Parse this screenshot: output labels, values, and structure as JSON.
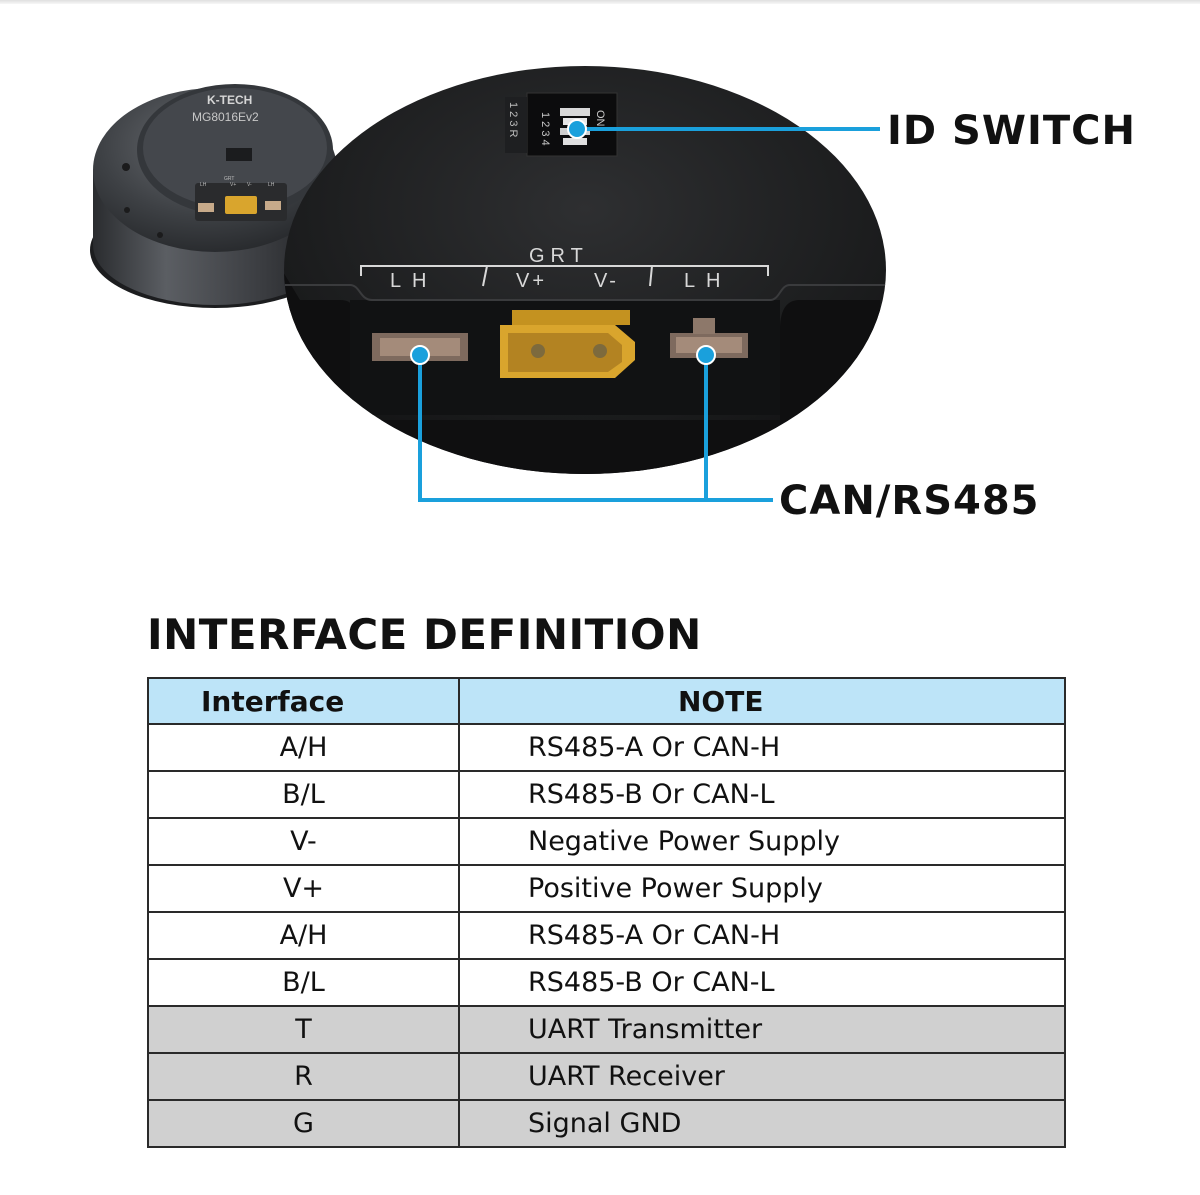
{
  "photo": {
    "motor_brand": "K-TECH",
    "motor_model": "MG8016Ev2",
    "small_labels": [
      "LH",
      "V+",
      "V-",
      "LH"
    ],
    "silk_grt": "GRT",
    "silk_labels": [
      "L H",
      "V+",
      "V-",
      "L H"
    ],
    "dip_numbers": "1 2 3 4",
    "dip_on": "ON",
    "dip_side_mark": "1 2 3 R",
    "accent_color": "#1aa0dc",
    "connector_color": "#d9a52d"
  },
  "callouts": {
    "id_switch": "ID SWITCH",
    "can_rs485": "CAN/RS485"
  },
  "section_title": "INTERFACE DEFINITION",
  "table": {
    "headers": [
      "Interface",
      "NOTE"
    ],
    "rows": [
      {
        "interface": "A/H",
        "note": "RS485-A Or CAN-H"
      },
      {
        "interface": "B/L",
        "note": "RS485-B Or CAN-L"
      },
      {
        "interface": "V-",
        "note": "Negative Power Supply"
      },
      {
        "interface": "V+",
        "note": "Positive Power Supply"
      },
      {
        "interface": "A/H",
        "note": "RS485-A Or CAN-H"
      },
      {
        "interface": "B/L",
        "note": "RS485-B Or CAN-L"
      },
      {
        "interface": "T",
        "note": "UART Transmitter"
      },
      {
        "interface": "R",
        "note": "UART Receiver"
      },
      {
        "interface": "G",
        "note": "Signal GND"
      }
    ],
    "header_color": "#bde4f8",
    "shaded_row_color": "#d0d0d0"
  }
}
